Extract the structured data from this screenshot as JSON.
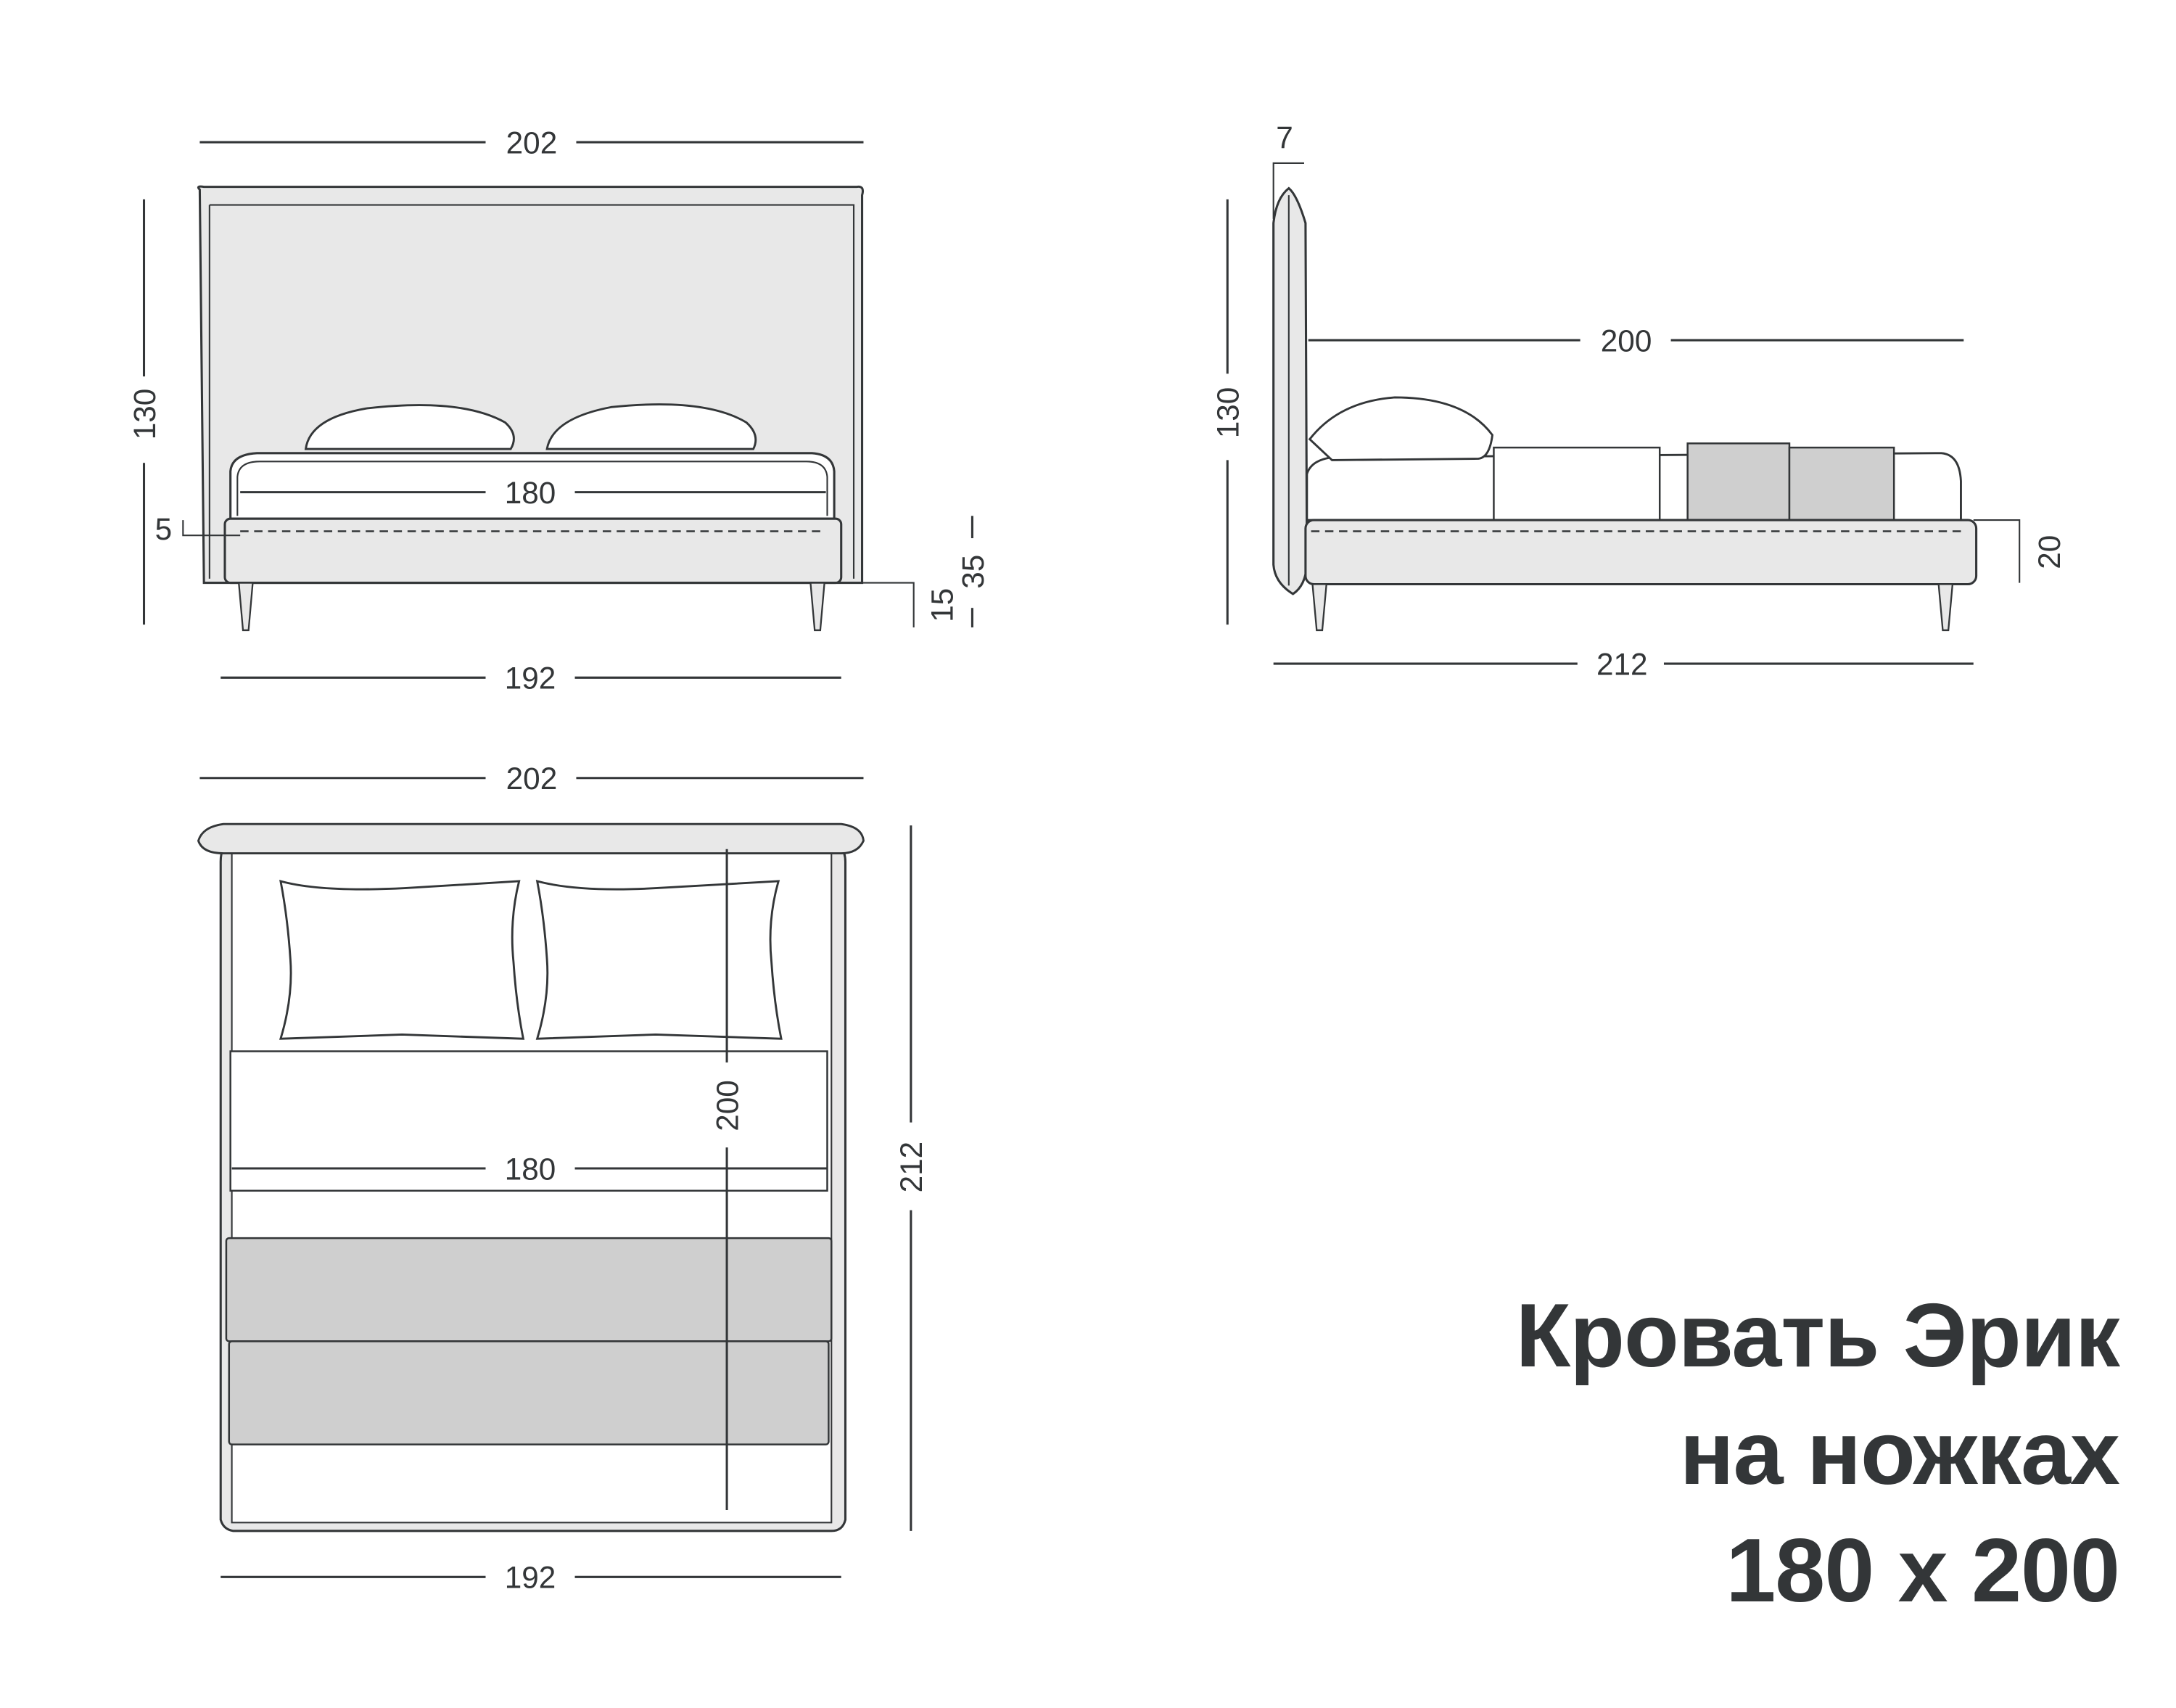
{
  "title": {
    "line1": "Кровать Эрик",
    "line2": "на ножках",
    "line3": "180 x 200"
  },
  "colors": {
    "ink": "#333638",
    "headboard_fill": "#e8e8e8",
    "blanket_fill": "#cfcfcf",
    "background": "#ffffff"
  },
  "front_view": {
    "width_total": "202",
    "width_base": "192",
    "mattress_width": "180",
    "height_total": "130",
    "frame_inset": "5",
    "height_to_top": "35",
    "leg_height": "15"
  },
  "side_view": {
    "headboard_thickness": "7",
    "length_inner": "200",
    "length_total": "212",
    "height_total": "130",
    "frame_height": "20"
  },
  "top_view": {
    "width_total": "202",
    "width_base": "192",
    "mattress_width": "180",
    "mattress_length": "200",
    "length_total": "212"
  }
}
